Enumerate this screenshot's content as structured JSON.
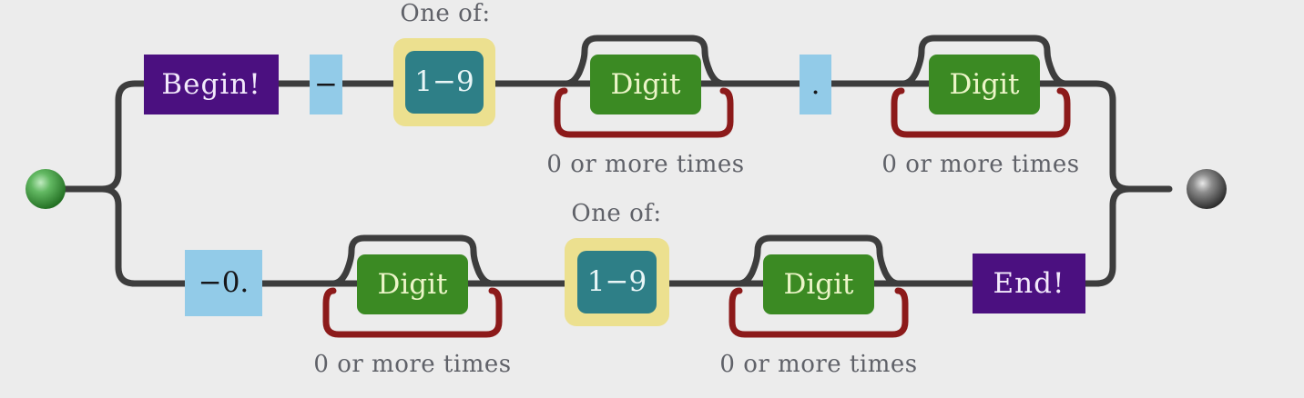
{
  "diagram": {
    "title": "railroad-syntax-diagram",
    "background": "#ececec",
    "wire_color": "#3d3d3d",
    "loop_color": "#8c1a1a",
    "start_node": {
      "name": "start-node",
      "color": "#3e9b3e"
    },
    "end_node": {
      "name": "end-node",
      "color": "#4a4a4a"
    }
  },
  "colors": {
    "purple": "#4b1080",
    "light_blue": "#92cbe8",
    "green": "#3b8a23",
    "yellow": "#ece08f",
    "teal": "#2e7f87",
    "wire": "#3d3d3d",
    "loop": "#8c1a1a",
    "caption": "#5f6168"
  },
  "branches": {
    "top": {
      "name": "top-branch",
      "nodes": [
        {
          "id": "begin",
          "type": "terminal",
          "label": "Begin!"
        },
        {
          "id": "minus",
          "type": "literal",
          "label": "−"
        },
        {
          "id": "oneof-1-9-top",
          "type": "one-of",
          "caption": "One of:",
          "label": "1−9"
        },
        {
          "id": "digit-top-1",
          "type": "nonterminal",
          "label": "Digit",
          "repeat": "0 or more times"
        },
        {
          "id": "dot",
          "type": "literal",
          "label": "."
        },
        {
          "id": "digit-top-2",
          "type": "nonterminal",
          "label": "Digit",
          "repeat": "0 or more times"
        }
      ]
    },
    "bottom": {
      "name": "bottom-branch",
      "nodes": [
        {
          "id": "minus-zero-dot",
          "type": "literal",
          "label": "−0."
        },
        {
          "id": "digit-bot-1",
          "type": "nonterminal",
          "label": "Digit",
          "repeat": "0 or more times"
        },
        {
          "id": "oneof-1-9-bot",
          "type": "one-of",
          "caption": "One of:",
          "label": "1−9"
        },
        {
          "id": "digit-bot-2",
          "type": "nonterminal",
          "label": "Digit",
          "repeat": "0 or more times"
        },
        {
          "id": "end",
          "type": "terminal",
          "label": "End!"
        }
      ]
    }
  },
  "labels": {
    "begin": "Begin!",
    "end": "End!",
    "minus": "−",
    "dot": ".",
    "minus_zero_dot": "−0.",
    "digit": "Digit",
    "one_to_nine": "1−9",
    "one_of": "One of:",
    "zero_or_more": "0 or more times"
  }
}
